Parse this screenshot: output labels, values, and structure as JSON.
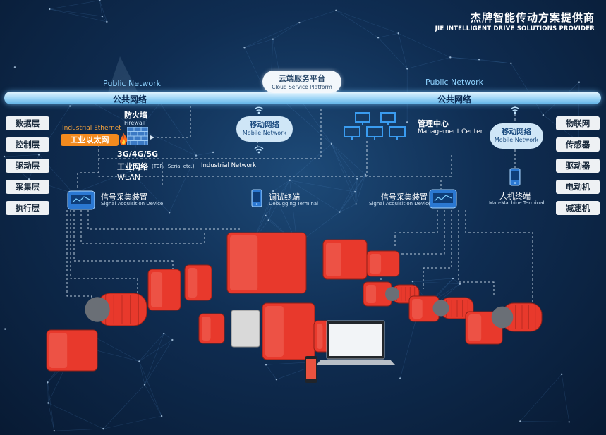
{
  "header": {
    "title_cn": "杰牌智能传动方案提供商",
    "title_en": "JIE INTELLIGENT DRIVE SOLUTIONS PROVIDER"
  },
  "network": {
    "public_left_en": "Public Network",
    "public_right_en": "Public Network",
    "public_left_cn": "公共网络",
    "public_right_cn": "公共网络",
    "cloud_cn": "云端服务平台",
    "cloud_en": "Cloud Service Platform",
    "mobile_left_cn": "移动网络",
    "mobile_left_en": "Mobile Network",
    "mobile_right_cn": "移动网络",
    "mobile_right_en": "Mobile Network",
    "firewall_cn": "防火墙",
    "firewall_en": "Firewall",
    "industrial_ethernet_en": "Industrial Ethernet",
    "industrial_ethernet_cn": "工业以太网",
    "g345": "3G/4G/5G",
    "industrial_network_cn": "工业网络",
    "industrial_network_detail": "(TCP、Serial etc.)",
    "industrial_network_en": "Industrial Network",
    "wlan": "WLAN",
    "management_cn": "管理中心",
    "management_en": "Management Center"
  },
  "devices": {
    "signal_left_cn": "信号采集装置",
    "signal_left_en": "Signal Acquisition Device",
    "debug_cn": "调试终端",
    "debug_en": "Debugging Terminal",
    "signal_right_cn": "信号采集装置",
    "signal_right_en": "Signal Acquisition Device",
    "hmi_cn": "人机终端",
    "hmi_en": "Man-Machine Terminal"
  },
  "layers_left": [
    "数据层",
    "控制层",
    "驱动层",
    "采集层",
    "执行层"
  ],
  "layers_right": [
    "物联网",
    "传感器",
    "驱动器",
    "电动机",
    "减速机"
  ],
  "colors": {
    "accent_red": "#e8392c",
    "network_bar": "#9bd4f6",
    "ethernet_orange": "#f28a1e"
  }
}
